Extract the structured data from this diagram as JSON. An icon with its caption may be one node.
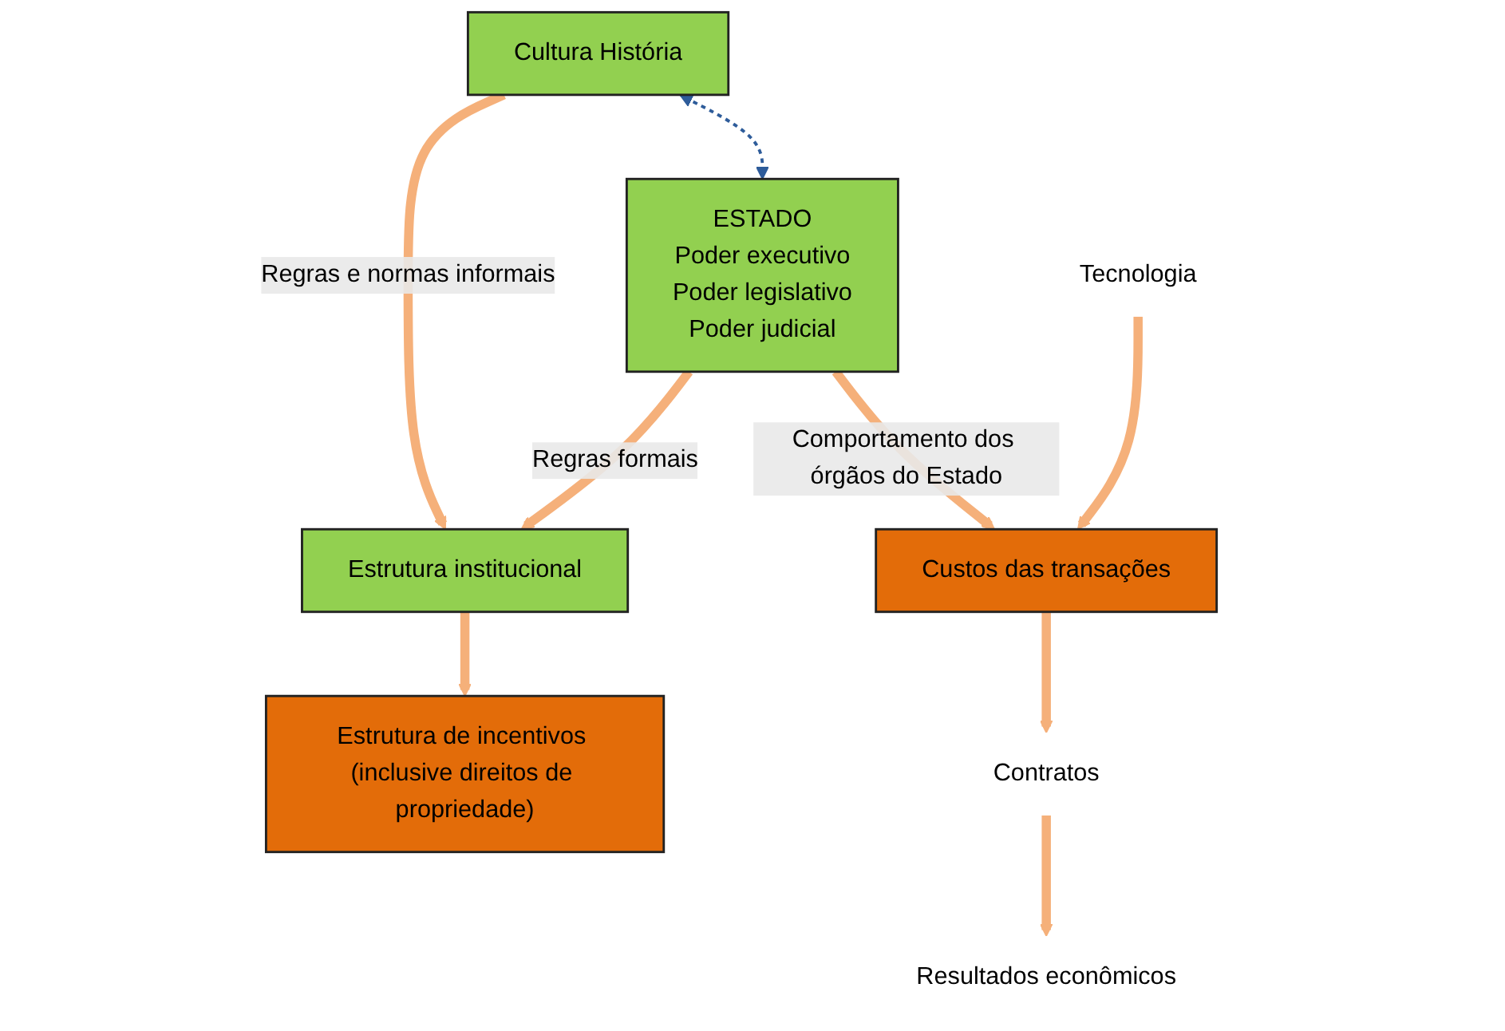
{
  "diagram": {
    "nodes": [
      {
        "text": [
          "Cultura História"
        ]
      },
      {
        "text": [
          "Estrutura institucional"
        ]
      },
      {
        "text": [
          "ESTADO",
          "Poder executivo",
          "Poder legislativo",
          "Poder judicial"
        ]
      },
      {
        "text": [
          "Estrutura de incentivos (inclusive direitos de propriedade)"
        ]
      },
      {
        "text": [
          "Custos das transações"
        ]
      },
      {
        "text": [
          "Tecnologia"
        ]
      },
      {
        "text": [
          "Contratos"
        ]
      },
      {
        "text": [
          "Resultados econômicos"
        ]
      }
    ],
    "edges": [
      {
        "from": 0,
        "to": 1,
        "arrow": "to",
        "label": "Regras e normas informais"
      },
      {
        "from": 2,
        "to": 1,
        "arrow": "to",
        "label": "Regras formais"
      },
      {
        "from": 1,
        "to": 3,
        "arrow": "to"
      },
      {
        "from": 2,
        "to": 4,
        "arrow": "to",
        "label": "Comportamento dos órgãos do Estado"
      },
      {
        "from": 5,
        "to": 4,
        "arrow": "to"
      },
      {
        "from": 4,
        "to": 6,
        "arrow": "to"
      },
      {
        "from": 6,
        "to": 7,
        "arrow": "to"
      },
      {
        "from": 0,
        "to": 2,
        "arrow": "both",
        "style": "dashed",
        "color": "#2e5c9a"
      }
    ]
  }
}
